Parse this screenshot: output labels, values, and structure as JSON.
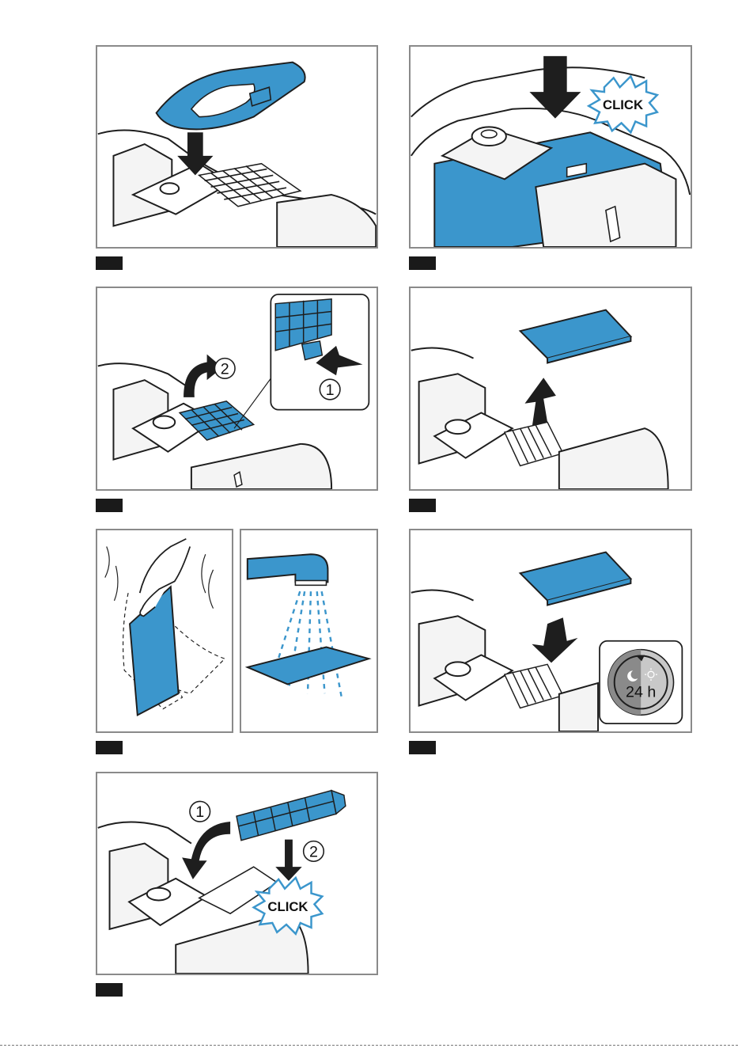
{
  "colors": {
    "accent": "#3b96cc",
    "frame": "#8a8a8a",
    "tab": "#1a1a1a",
    "line": "#1e1e1e"
  },
  "labels": {
    "click": "CLICK",
    "step_one": "1",
    "step_two": "2",
    "dry_time": "24 h"
  },
  "icons": [
    "down-arrow-icon",
    "up-arrow-icon",
    "curved-arrow-icon",
    "push-arrow-icon",
    "click-burst-icon",
    "moon-icon",
    "sun-icon",
    "clock-icon",
    "water-tap-icon"
  ]
}
